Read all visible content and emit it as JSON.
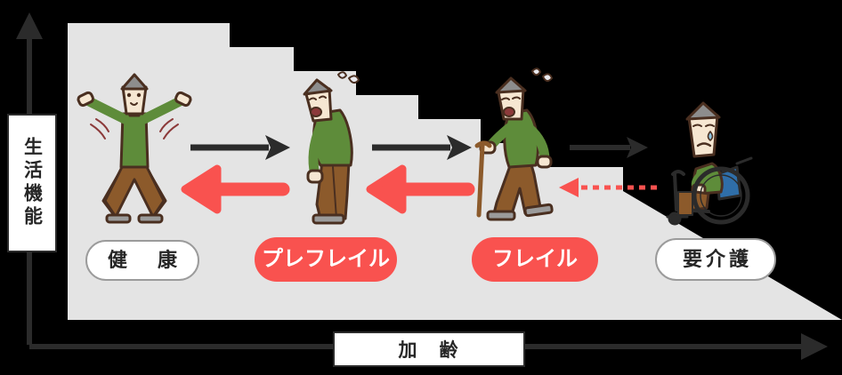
{
  "figure": {
    "title_implicit": "フレイルの進行と可逆性の概念図",
    "colors": {
      "background": "#000000",
      "stairs": "#e4e4e4",
      "axis": "#2b2b2b",
      "accent_red": "#f9524f",
      "arrow_dark": "#2b2b2b",
      "pill_light_bg": "#ffffff",
      "pill_light_border": "#9b9b9b",
      "shirt_green": "#5e8c3a",
      "pants_brown": "#8c5a2b",
      "skin": "#f6e7d2",
      "hair_gray": "#8d8d8d",
      "outline": "#4a2f20"
    }
  },
  "axes": {
    "y": {
      "label": "生活機能",
      "direction": "up",
      "arrow": "arrow-up-icon"
    },
    "x": {
      "label": "加　齢",
      "direction": "right",
      "arrow": "arrow-right-icon"
    }
  },
  "stages": [
    {
      "id": "healthy",
      "label": "健　康",
      "style": "light",
      "step": 1
    },
    {
      "id": "prefrail",
      "label": "プレフレイル",
      "style": "red",
      "step": 2
    },
    {
      "id": "frail",
      "label": "フレイル",
      "style": "red",
      "step": 3
    },
    {
      "id": "care",
      "label": "要介護",
      "style": "light",
      "step": 4
    }
  ],
  "people": [
    {
      "id": "healthy",
      "description": "両手を広げた元気な高齢者",
      "icon": "person-healthy-icon"
    },
    {
      "id": "prefrail",
      "description": "前かがみで汗をかく高齢者",
      "icon": "person-stooped-icon"
    },
    {
      "id": "frail",
      "description": "杖をついて歩く高齢者",
      "icon": "person-cane-icon"
    },
    {
      "id": "care",
      "description": "車椅子に座る高齢者",
      "icon": "person-wheelchair-icon"
    }
  ],
  "transitions": [
    {
      "id": "t1-forward",
      "from": "healthy",
      "to": "prefrail",
      "direction": "right",
      "style": "solid-thin",
      "color": "#2b2b2b",
      "meaning": "進行"
    },
    {
      "id": "t1-reverse",
      "from": "prefrail",
      "to": "healthy",
      "direction": "left",
      "style": "solid-thick",
      "color": "#f9524f",
      "meaning": "可逆"
    },
    {
      "id": "t2-forward",
      "from": "prefrail",
      "to": "frail",
      "direction": "right",
      "style": "solid-thin",
      "color": "#2b2b2b",
      "meaning": "進行"
    },
    {
      "id": "t2-reverse",
      "from": "frail",
      "to": "prefrail",
      "direction": "left",
      "style": "solid-thick",
      "color": "#f9524f",
      "meaning": "可逆"
    },
    {
      "id": "t3-forward",
      "from": "frail",
      "to": "care",
      "direction": "right",
      "style": "solid-thin",
      "color": "#2b2b2b",
      "meaning": "進行"
    },
    {
      "id": "t3-reverse",
      "from": "care",
      "to": "frail",
      "direction": "left",
      "style": "dotted",
      "color": "#f9524f",
      "meaning": "可逆性が低い"
    }
  ],
  "chart_data": {
    "type": "line",
    "title": "加齢に伴う生活機能の低下（フレイルの概念図）",
    "xlabel": "加　齢",
    "ylabel": "生活機能",
    "categories": [
      "健　康",
      "プレフレイル",
      "フレイル",
      "要介護"
    ],
    "values": [
      4,
      3,
      2,
      1
    ],
    "ylim": [
      0,
      4
    ],
    "grid": false,
    "legend": "none",
    "notes": "階段状に生活機能が低下し、要介護では傾斜（下り坂）となる"
  }
}
